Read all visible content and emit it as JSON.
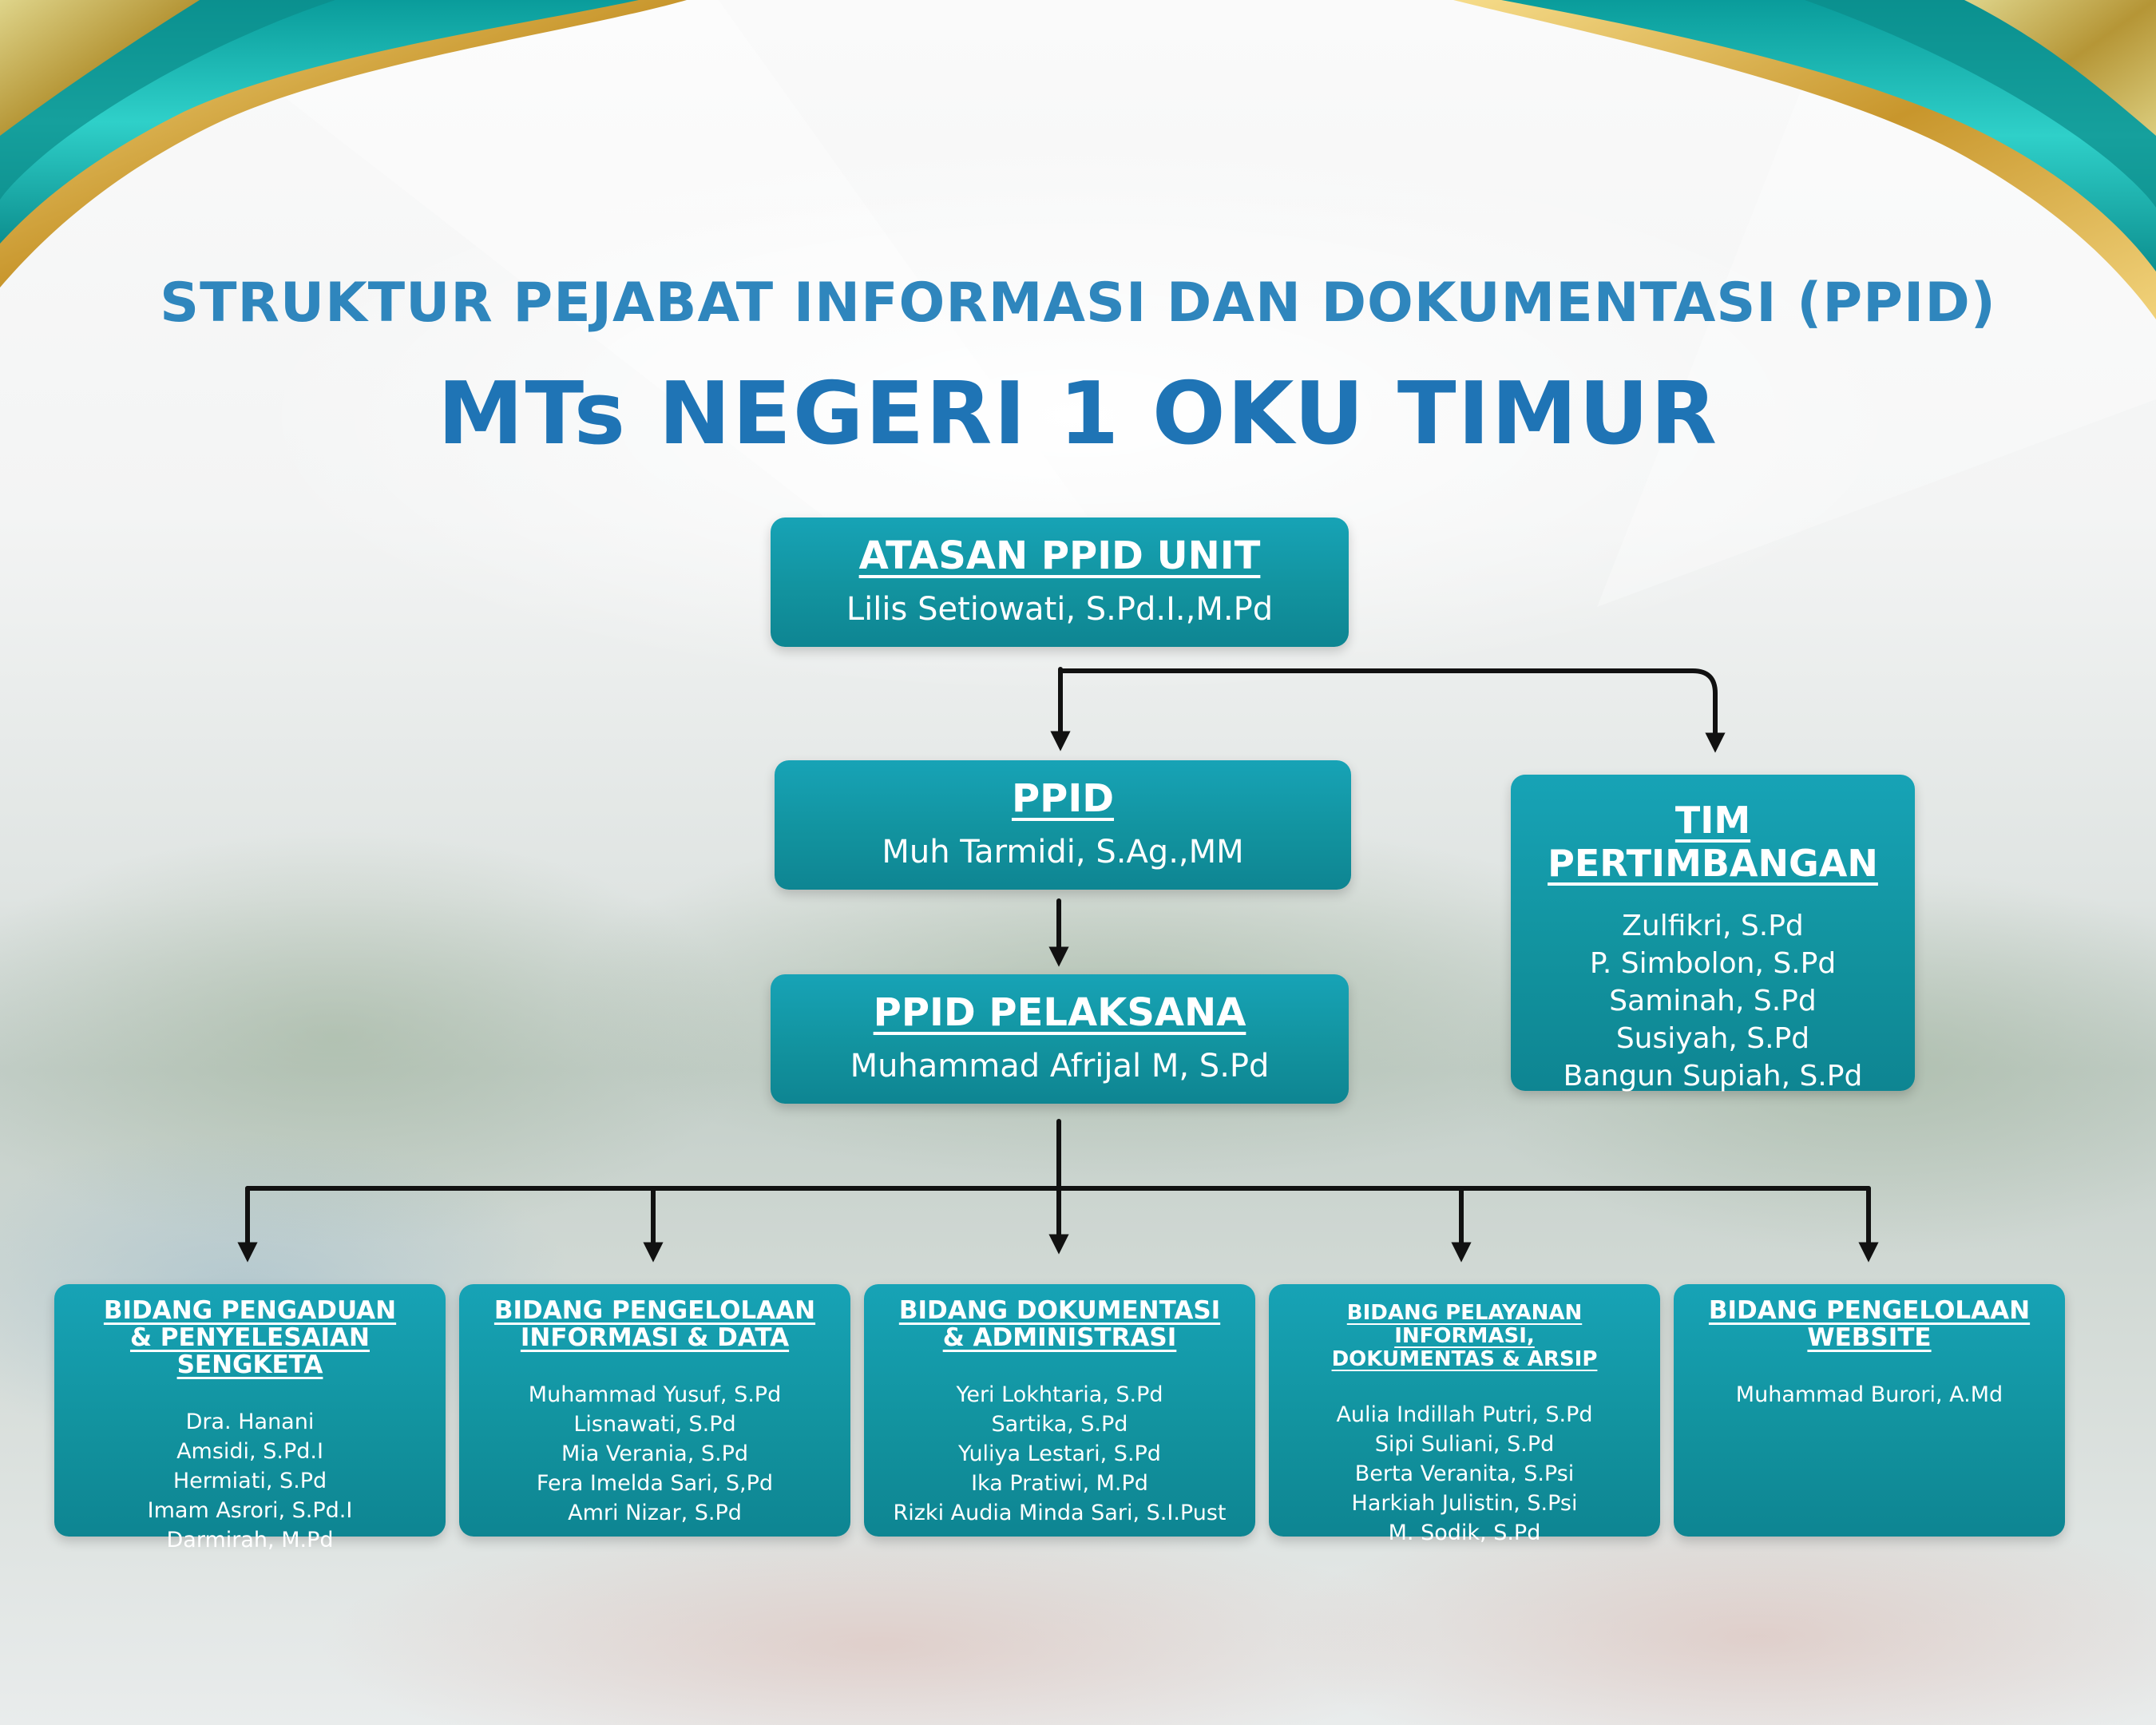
{
  "title": {
    "line1": "STRUKTUR PEJABAT INFORMASI DAN DOKUMENTASI (PPID)",
    "line2": "MTs NEGERI 1 OKU TIMUR"
  },
  "atasan": {
    "heading": "ATASAN PPID UNIT",
    "name": "Lilis Setiowati, S.Pd.I.,M.Pd"
  },
  "ppid": {
    "heading": "PPID",
    "name": "Muh Tarmidi, S.Ag.,MM"
  },
  "pelaksana": {
    "heading": "PPID PELAKSANA",
    "name": "Muhammad Afrijal M, S.Pd"
  },
  "tim": {
    "heading": "TIM PERTIMBANGAN",
    "members": [
      "Zulfikri, S.Pd",
      "P. Simbolon, S.Pd",
      "Saminah, S.Pd",
      "Susiyah, S.Pd",
      "Bangun Supiah, S.Pd"
    ]
  },
  "bidang": [
    {
      "heading_line1": "BIDANG PENGADUAN",
      "heading_line2": "& PENYELESAIAN SENGKETA",
      "members": [
        "Dra. Hanani",
        "Amsidi, S.Pd.I",
        "Hermiati, S.Pd",
        "Imam Asrori, S.Pd.I",
        "Darmirah, M.Pd"
      ]
    },
    {
      "heading_line1": "BIDANG PENGELOLAAN",
      "heading_line2": "INFORMASI & DATA",
      "members": [
        "Muhammad Yusuf, S.Pd",
        "Lisnawati, S.Pd",
        "Mia Verania, S.Pd",
        "Fera Imelda Sari, S,Pd",
        "Amri Nizar, S.Pd"
      ]
    },
    {
      "heading_line1": "BIDANG DOKUMENTASI",
      "heading_line2": "& ADMINISTRASI",
      "members": [
        "Yeri Lokhtaria, S.Pd",
        "Sartika, S.Pd",
        "Yuliya Lestari, S.Pd",
        "Ika Pratiwi, M.Pd",
        "Rizki Audia Minda Sari, S.I.Pust"
      ]
    },
    {
      "heading_line1": "BIDANG PELAYANAN INFORMASI,",
      "heading_line2": "DOKUMENTAS & ARSIP",
      "members": [
        "Aulia Indillah Putri, S.Pd",
        "Sipi Suliani, S.Pd",
        "Berta Veranita, S.Psi",
        "Harkiah Julistin, S.Psi",
        "M. Sodik, S.Pd"
      ]
    },
    {
      "heading_line1": "BIDANG PENGELOLAAN",
      "heading_line2": "WEBSITE",
      "members": [
        "Muhammad Burori, A.Md"
      ]
    }
  ],
  "colors": {
    "title_blue": "#2a7fb8",
    "box_teal": "#12939f",
    "connector": "#111111",
    "ribbon_teal": "#12b3b0",
    "ribbon_gold": "#d6a736"
  },
  "decor_icons": [
    "curtain-ribbon-left",
    "curtain-ribbon-right"
  ]
}
